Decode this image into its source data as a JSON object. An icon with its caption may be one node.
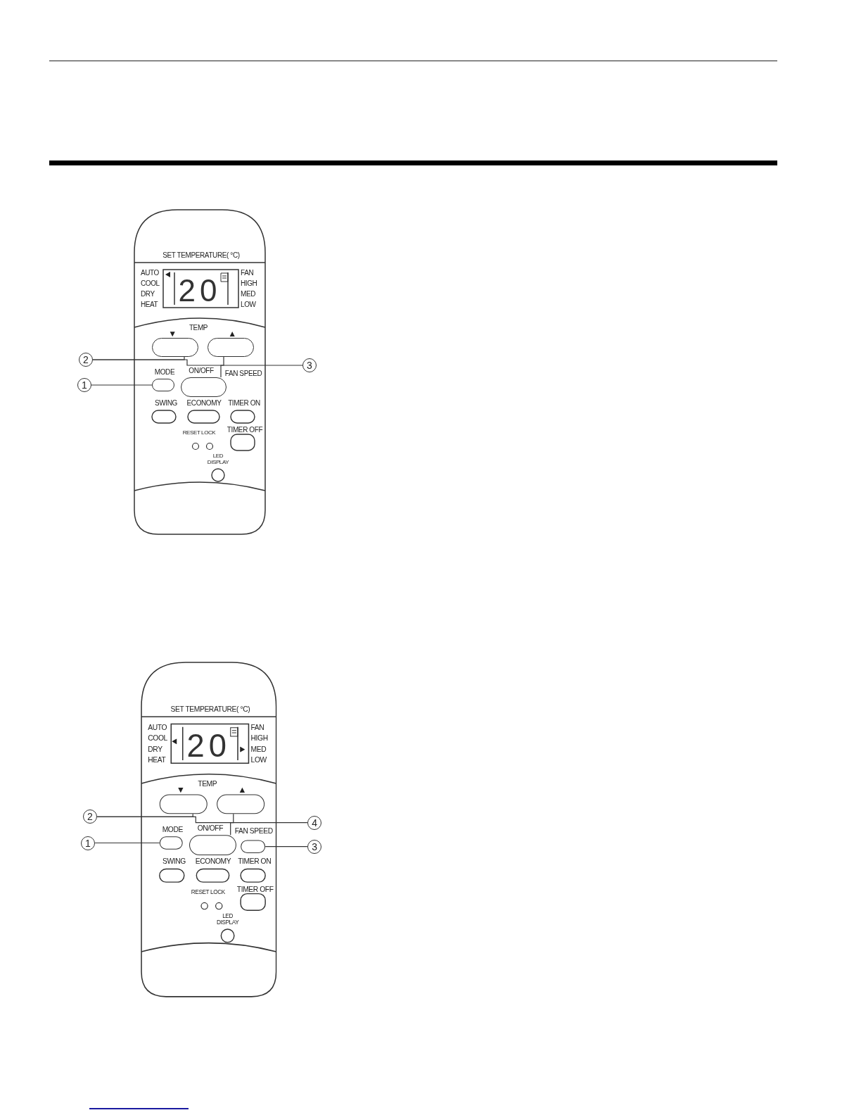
{
  "diagram": {
    "nodes": [
      {
        "text": [
          "SET TEMPERATURE( °C)",
          "AUTO",
          "COOL",
          "DRY",
          "HEAT",
          "20",
          "FAN",
          "HIGH",
          "MED",
          "LOW",
          "▼",
          "TEMP",
          "▲",
          "MODE",
          "ON/OFF",
          "FAN SPEED",
          "SWING",
          "ECONOMY",
          "TIMER ON",
          "RESET LOCK",
          "TIMER OFF",
          "LED DISPLAY"
        ]
      },
      {
        "text": [],
        "shape": "box",
        "in": 0
      },
      {
        "text": [],
        "shape": "box",
        "in": 0
      },
      {
        "text": [],
        "shape": "box",
        "in": 0
      },
      {
        "text": [],
        "shape": "box",
        "in": 0
      },
      {
        "text": [
          "2"
        ]
      },
      {
        "text": [
          "3"
        ]
      },
      {
        "text": [
          "1"
        ]
      },
      {
        "text": [
          "SET TEMPERATURE( °C)",
          "AUTO",
          "COOL",
          "DRY",
          "HEAT",
          "20",
          "FAN",
          "HIGH",
          "MED",
          "LOW",
          "▼",
          "TEMP",
          "▲",
          "MODE",
          "ON/OFF",
          "FAN SPEED",
          "SWING",
          "ECONOMY",
          "TIMER ON",
          "RESET LOCK",
          "TIMER OFF",
          "LED DISPLAY"
        ]
      },
      {
        "text": [],
        "shape": "box",
        "in": 8
      },
      {
        "text": [],
        "shape": "box",
        "in": 8
      },
      {
        "text": [],
        "shape": "box",
        "in": 8
      },
      {
        "text": [],
        "shape": "box",
        "in": 8
      },
      {
        "text": [],
        "shape": "box",
        "in": 8
      },
      {
        "text": [
          "2"
        ]
      },
      {
        "text": [
          "4"
        ]
      },
      {
        "text": [
          "1"
        ]
      },
      {
        "text": [
          "3"
        ]
      }
    ],
    "edges": [
      {
        "from": 5,
        "to": 1,
        "arrow": "none"
      },
      {
        "from": 5,
        "to": 2,
        "arrow": "none"
      },
      {
        "from": 6,
        "to": 4,
        "arrow": "none"
      },
      {
        "from": 7,
        "to": 3,
        "arrow": "none"
      },
      {
        "from": 14,
        "to": 9,
        "arrow": "none"
      },
      {
        "from": 14,
        "to": 10,
        "arrow": "none"
      },
      {
        "from": 15,
        "to": 12,
        "arrow": "none"
      },
      {
        "from": 16,
        "to": 11,
        "arrow": "none"
      },
      {
        "from": 17,
        "to": 13,
        "arrow": "none"
      }
    ]
  }
}
